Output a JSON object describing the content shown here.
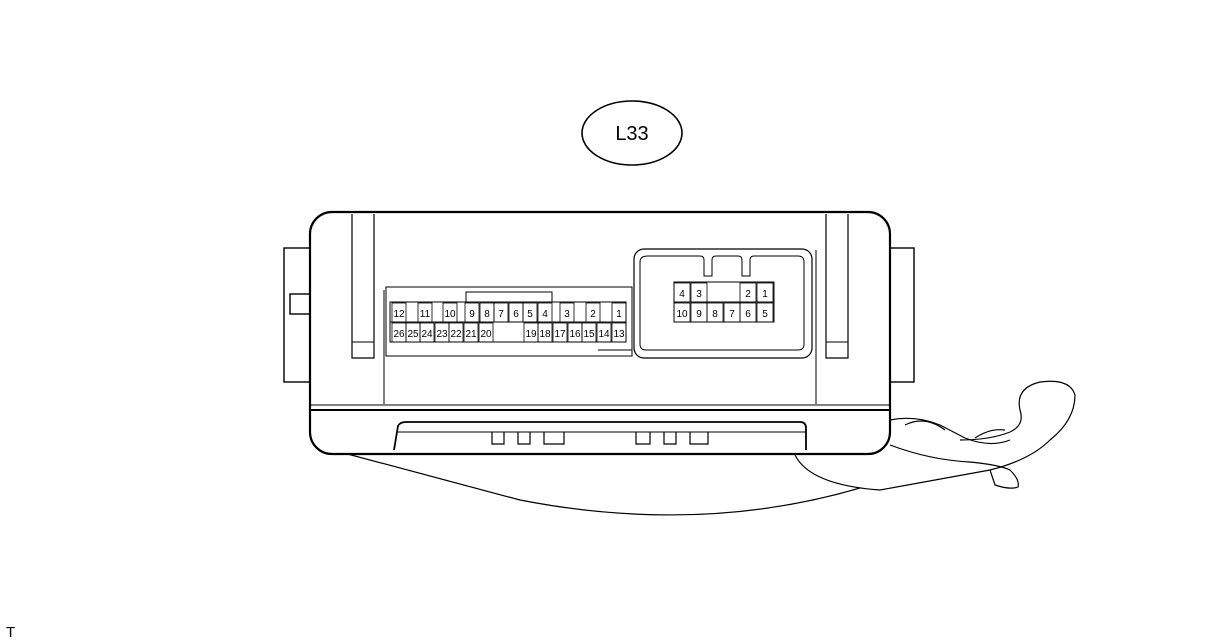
{
  "connector_label": "L33",
  "corner_mark": "T",
  "left_connector": {
    "top_row": [
      "12",
      "11",
      "10",
      "9",
      "8",
      "7",
      "6",
      "5",
      "4",
      "3",
      "2",
      "1"
    ],
    "bottom_row": [
      "26",
      "25",
      "24",
      "23",
      "22",
      "21",
      "20",
      "19",
      "18",
      "17",
      "16",
      "15",
      "14",
      "13"
    ]
  },
  "right_connector": {
    "top_row": [
      "4",
      "3",
      "2",
      "1"
    ],
    "bottom_row": [
      "10",
      "9",
      "8",
      "7",
      "6",
      "5"
    ]
  }
}
